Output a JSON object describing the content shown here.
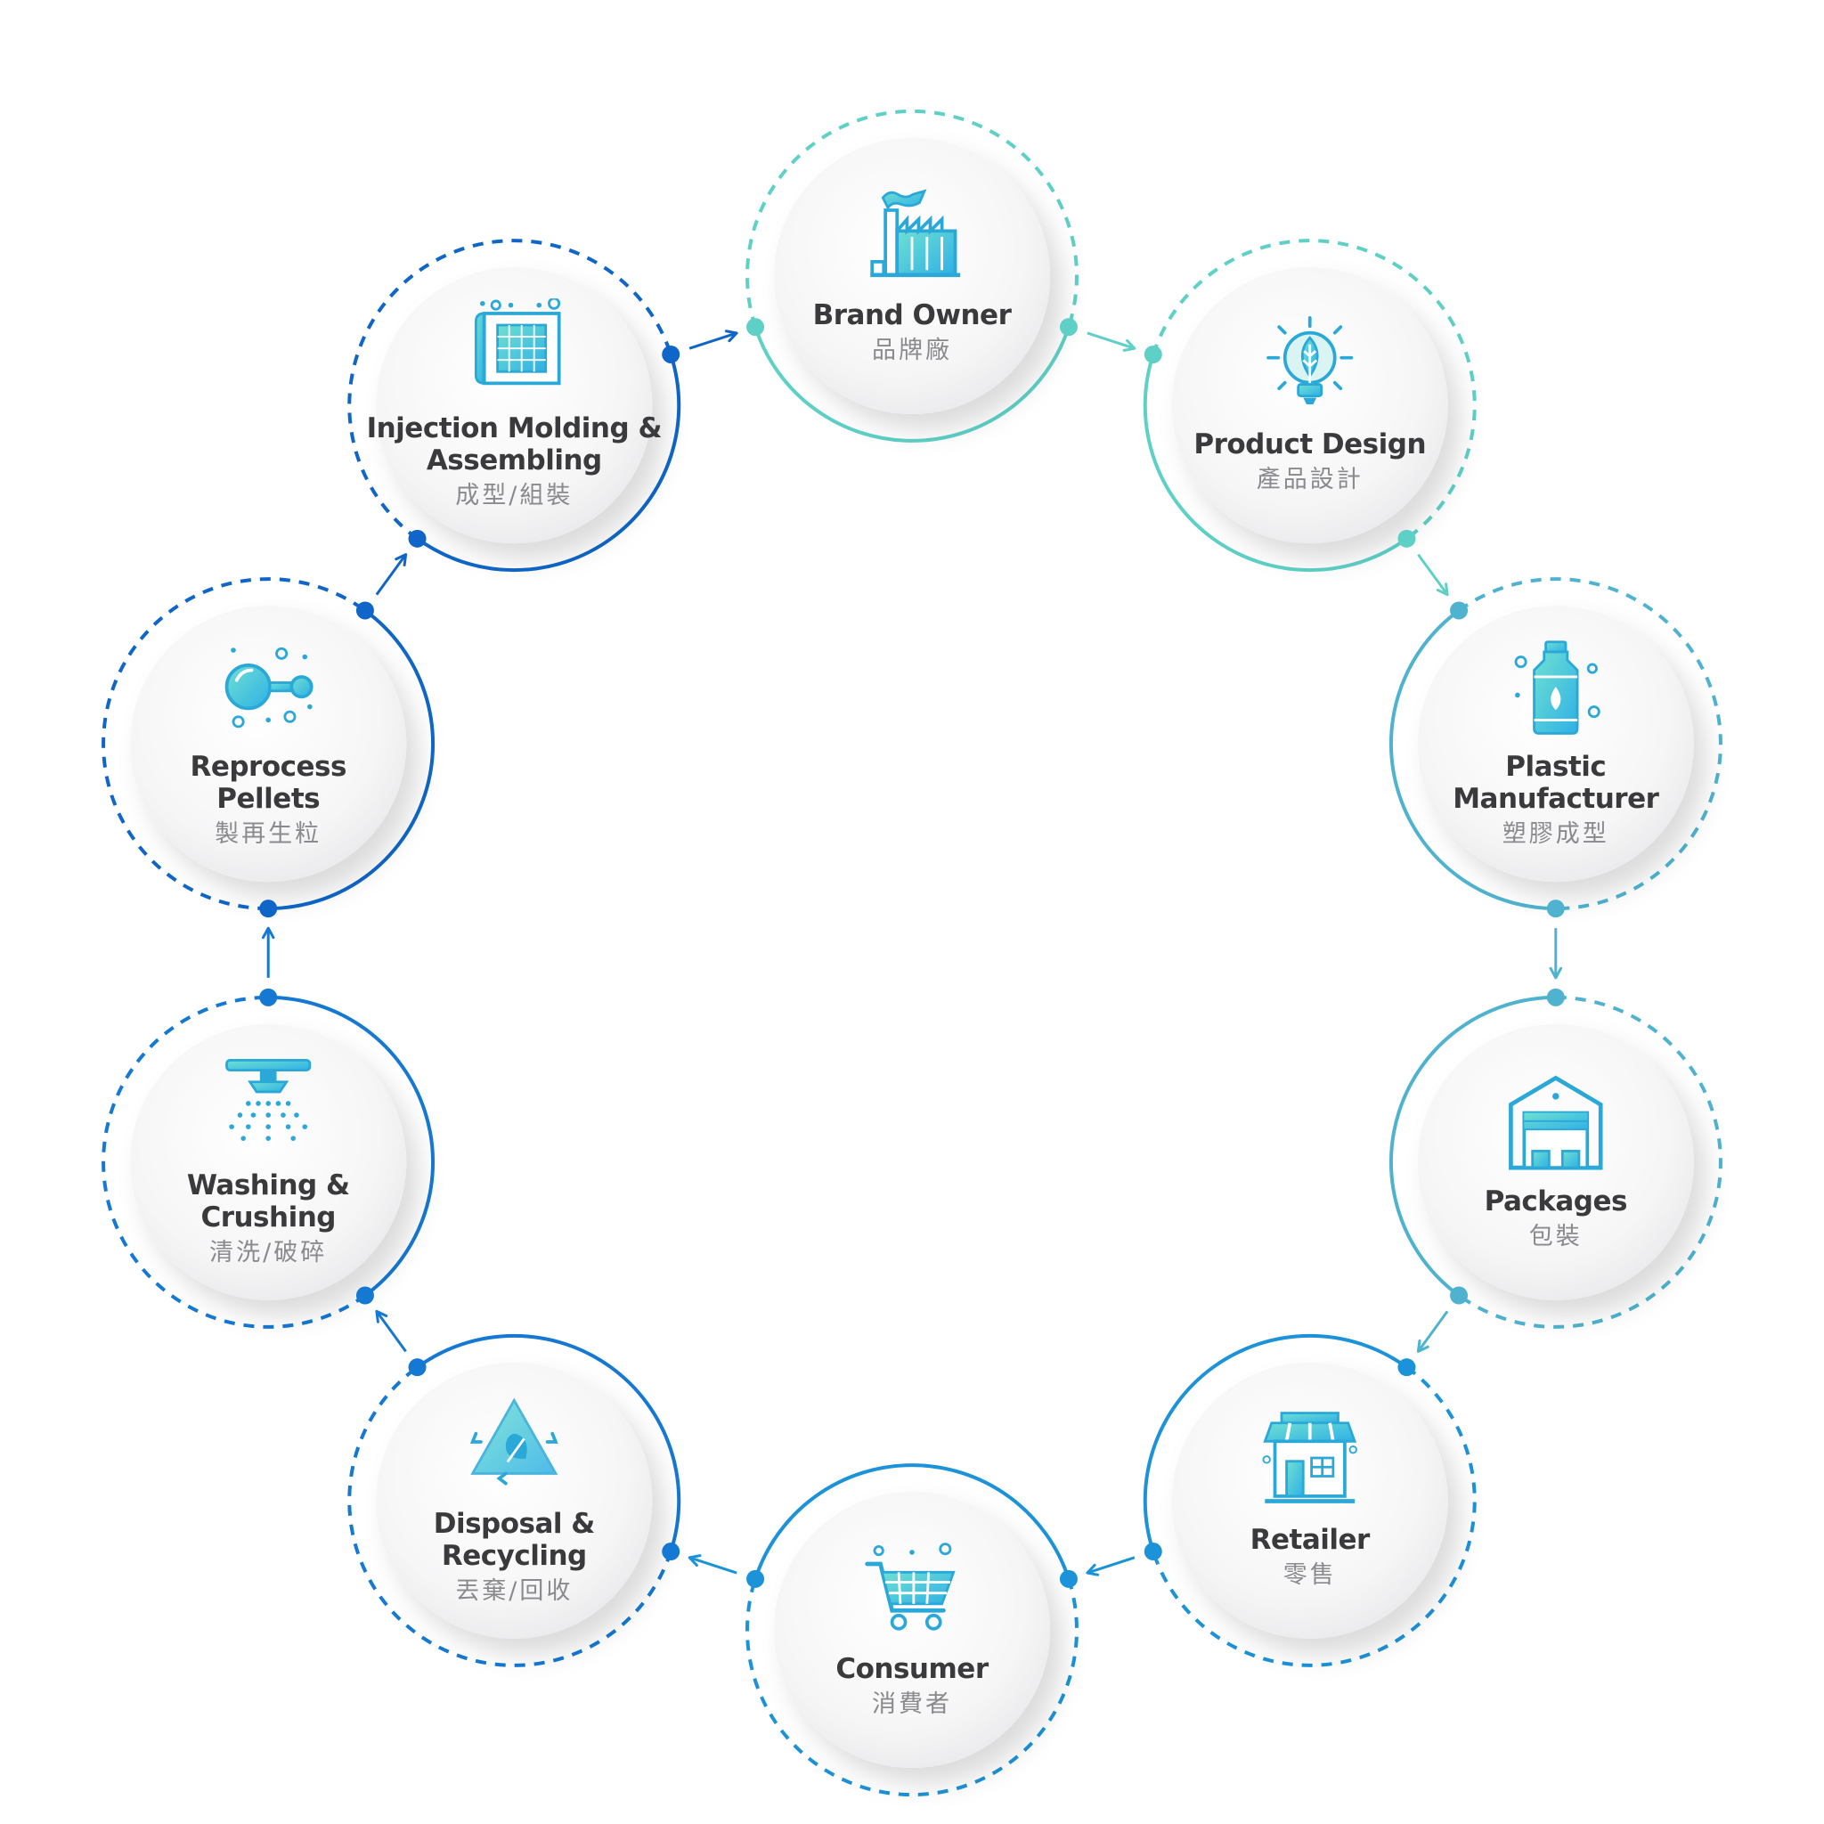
{
  "nodes": [
    {
      "id": "brand-owner",
      "title": [
        "Brand Owner"
      ],
      "subtitle": "品牌廠",
      "icon": "factory-icon",
      "color": "#5ed0c6"
    },
    {
      "id": "product-design",
      "title": [
        "Product Design"
      ],
      "subtitle": "產品設計",
      "icon": "lightbulb-leaf-icon",
      "color": "#5ed0c6"
    },
    {
      "id": "plastic-manufacturer",
      "title": [
        "Plastic",
        "Manufacturer"
      ],
      "subtitle": "塑膠成型",
      "icon": "plastic-bottle-icon",
      "color": "#4fb3d0"
    },
    {
      "id": "packages",
      "title": [
        "Packages"
      ],
      "subtitle": "包裝",
      "icon": "warehouse-icon",
      "color": "#4fb3d0"
    },
    {
      "id": "retailer",
      "title": [
        "Retailer"
      ],
      "subtitle": "零售",
      "icon": "store-icon",
      "color": "#1c92d8"
    },
    {
      "id": "consumer",
      "title": [
        "Consumer"
      ],
      "subtitle": "消費者",
      "icon": "shopping-cart-icon",
      "color": "#1c92d8"
    },
    {
      "id": "disposal-recycling",
      "title": [
        "Disposal &",
        "Recycling"
      ],
      "subtitle": "丟棄/回收",
      "icon": "recycle-icon",
      "color": "#1578d2"
    },
    {
      "id": "washing-crushing",
      "title": [
        "Washing &",
        "Crushing"
      ],
      "subtitle": "清洗/破碎",
      "icon": "sprinkler-icon",
      "color": "#1578d2"
    },
    {
      "id": "reprocess-pellets",
      "title": [
        "Reprocess",
        "Pellets"
      ],
      "subtitle": "製再生粒",
      "icon": "pellets-icon",
      "color": "#0f66c8"
    },
    {
      "id": "injection-molding",
      "title": [
        "Injection Molding &",
        "Assembling"
      ],
      "subtitle": "成型/組裝",
      "icon": "blueprint-icon",
      "color": "#0f66c8"
    }
  ]
}
